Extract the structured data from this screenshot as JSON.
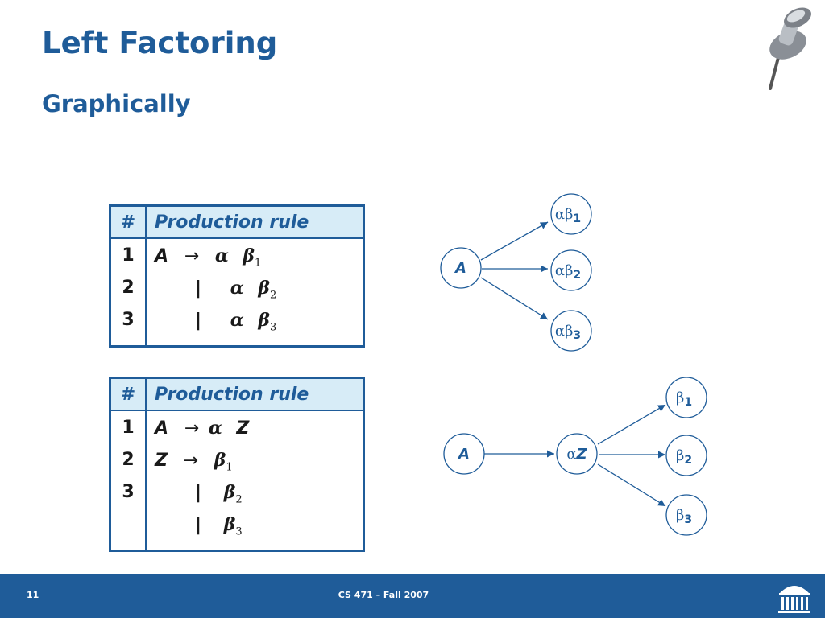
{
  "slide": {
    "title": "Left Factoring",
    "subtitle": "Graphically"
  },
  "table1": {
    "header_num": "#",
    "header_rule": "Production rule",
    "rows": [
      {
        "num": "1",
        "lhs": "A",
        "arrow": "→",
        "alpha": "α",
        "beta": "β",
        "sub": "1"
      },
      {
        "num": "2",
        "bar": "|",
        "alpha": "α",
        "beta": "β",
        "sub": "2"
      },
      {
        "num": "3",
        "bar": "|",
        "alpha": "α",
        "beta": "β",
        "sub": "3"
      }
    ]
  },
  "table2": {
    "header_num": "#",
    "header_rule": "Production rule",
    "rows": [
      {
        "num": "1",
        "lhs": "A",
        "arrow": "→",
        "alpha": "α",
        "z": "Z"
      },
      {
        "num": "2",
        "lhs": "Z",
        "arrow": "→",
        "beta": "β",
        "sub": "1"
      },
      {
        "num": "3",
        "bar": "|",
        "beta": "β",
        "sub": "2"
      },
      {
        "num": "",
        "bar": "|",
        "beta": "β",
        "sub": "3"
      }
    ]
  },
  "diagram1": {
    "root": "A",
    "children": [
      {
        "greek": "αβ",
        "sub": "1"
      },
      {
        "greek": "αβ",
        "sub": "2"
      },
      {
        "greek": "αβ",
        "sub": "3"
      }
    ]
  },
  "diagram2": {
    "root": "A",
    "mid_greek": "α",
    "mid_letter": "Z",
    "children": [
      {
        "greek": "β",
        "sub": "1"
      },
      {
        "greek": "β",
        "sub": "2"
      },
      {
        "greek": "β",
        "sub": "3"
      }
    ]
  },
  "footer": {
    "page": "11",
    "course": "CS 471 – Fall 2007"
  },
  "colors": {
    "accent": "#1f5c99",
    "header_fill": "#d7ecf7"
  },
  "icons": [
    "pushpin-icon",
    "university-rotunda-logo"
  ]
}
